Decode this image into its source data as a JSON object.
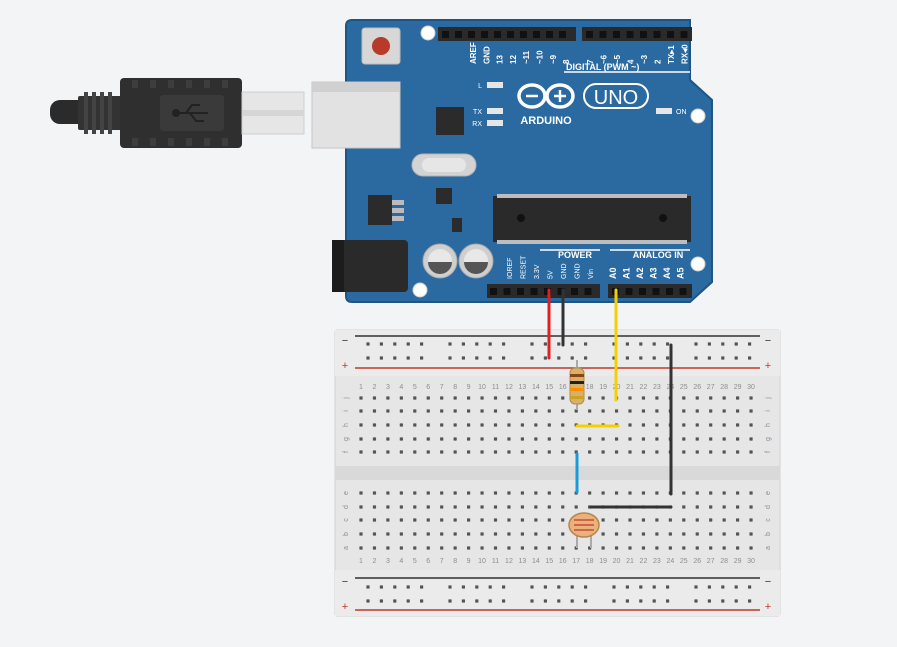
{
  "colors": {
    "background": "#f3f4f6",
    "board": "#2b6aa0",
    "board_edge": "#1f5585",
    "breadboard": "#e6e6e6",
    "rail_red": "#c0392b",
    "rail_black": "#333333",
    "wire_red": "#e02020",
    "wire_black": "#333333",
    "wire_yellow": "#f5d000",
    "wire_blue": "#1a9ad9"
  },
  "arduino": {
    "brand": "ARDUINO",
    "model": "UNO",
    "digital_label": "DIGITAL (PWM ~)",
    "power_label": "POWER",
    "analog_label": "ANALOG IN",
    "led_l": "L",
    "led_tx": "TX",
    "led_rx": "RX",
    "led_on": "ON",
    "digital_pins": [
      "AREF",
      "GND",
      "13",
      "12",
      "~11",
      "~10",
      "~9",
      "8",
      "7",
      "~6",
      "~5",
      "4",
      "~3",
      "2",
      "TX▸1",
      "RX◂0"
    ],
    "power_pins": [
      "IOREF",
      "RESET",
      "3.3V",
      "5V",
      "GND",
      "GND",
      "Vin"
    ],
    "analog_pins": [
      "A0",
      "A1",
      "A2",
      "A3",
      "A4",
      "A5"
    ]
  },
  "breadboard": {
    "columns": [
      "1",
      "2",
      "3",
      "4",
      "5",
      "6",
      "7",
      "8",
      "9",
      "10",
      "11",
      "12",
      "13",
      "14",
      "15",
      "16",
      "17",
      "18",
      "19",
      "20",
      "21",
      "22",
      "23",
      "24",
      "25",
      "26",
      "27",
      "28",
      "29",
      "30"
    ],
    "rows_top": [
      "j",
      "i",
      "h",
      "g",
      "f"
    ],
    "rows_bottom": [
      "e",
      "d",
      "c",
      "b",
      "a"
    ],
    "rail_minus": "−",
    "rail_plus": "+"
  },
  "components": {
    "usb_cable": "usb-b-plug",
    "resistor": "resistor",
    "photoresistor": "photoresistor"
  }
}
